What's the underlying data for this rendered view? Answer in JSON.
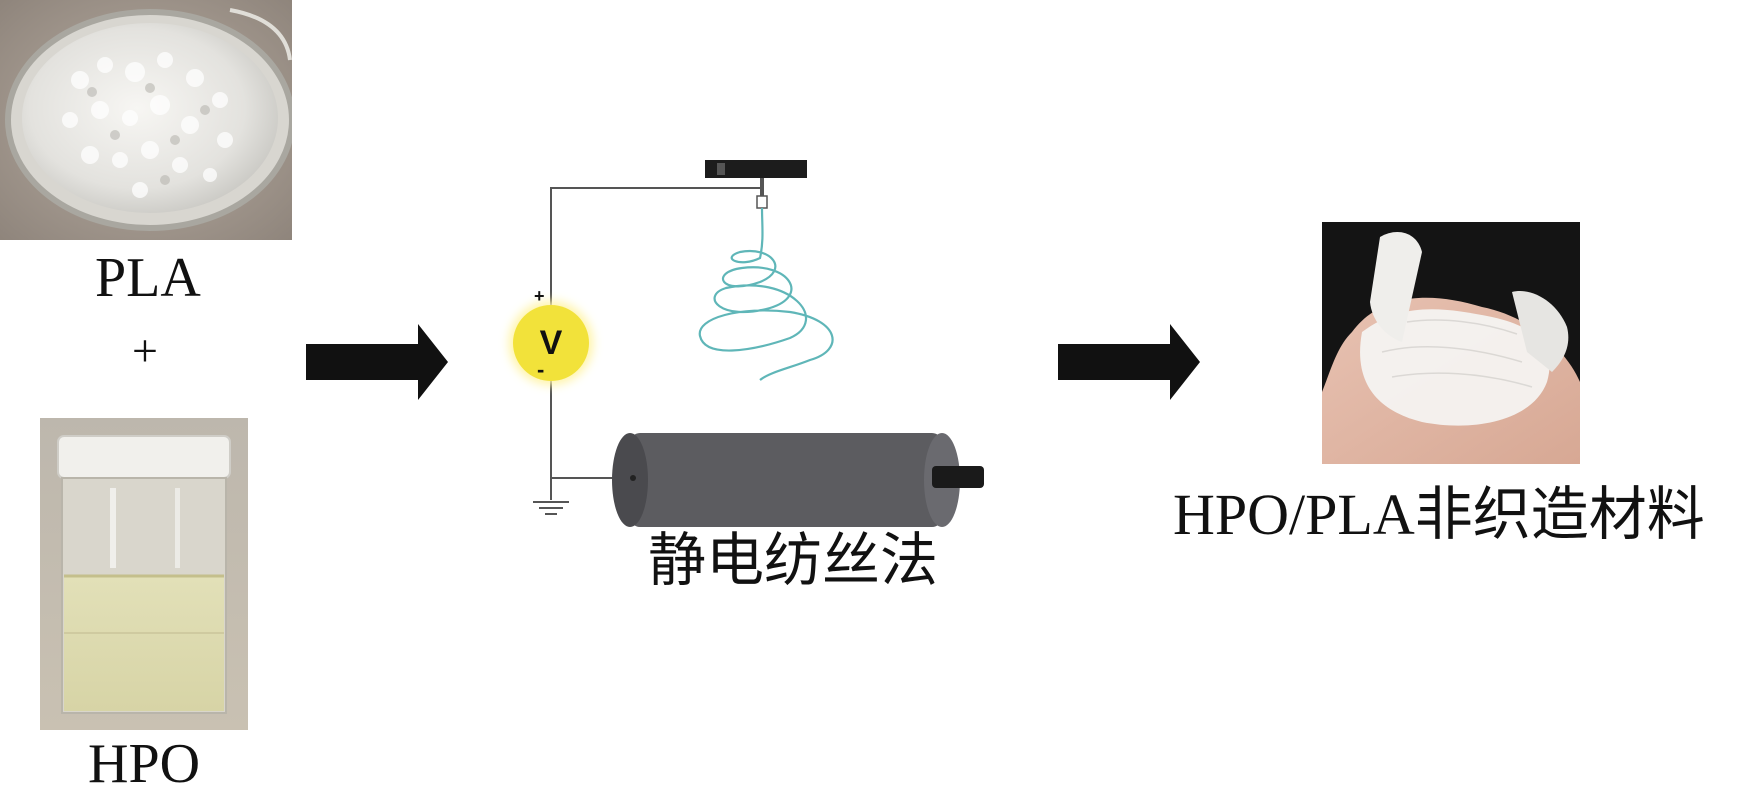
{
  "inputs": {
    "material_a": "PLA",
    "plus": "+",
    "material_b": "HPO"
  },
  "process": {
    "name": "静电纺丝法",
    "voltage_symbol": "V",
    "polarity_positive": "+",
    "polarity_negative": "-"
  },
  "output": {
    "name": "HPO/PLA非织造材料"
  },
  "colors": {
    "arrow": "#111111",
    "voltage_source": "#f2e23a",
    "fiber_spiral": "#5fb6b8",
    "collector": "#5c5c60",
    "wire": "#555555"
  }
}
